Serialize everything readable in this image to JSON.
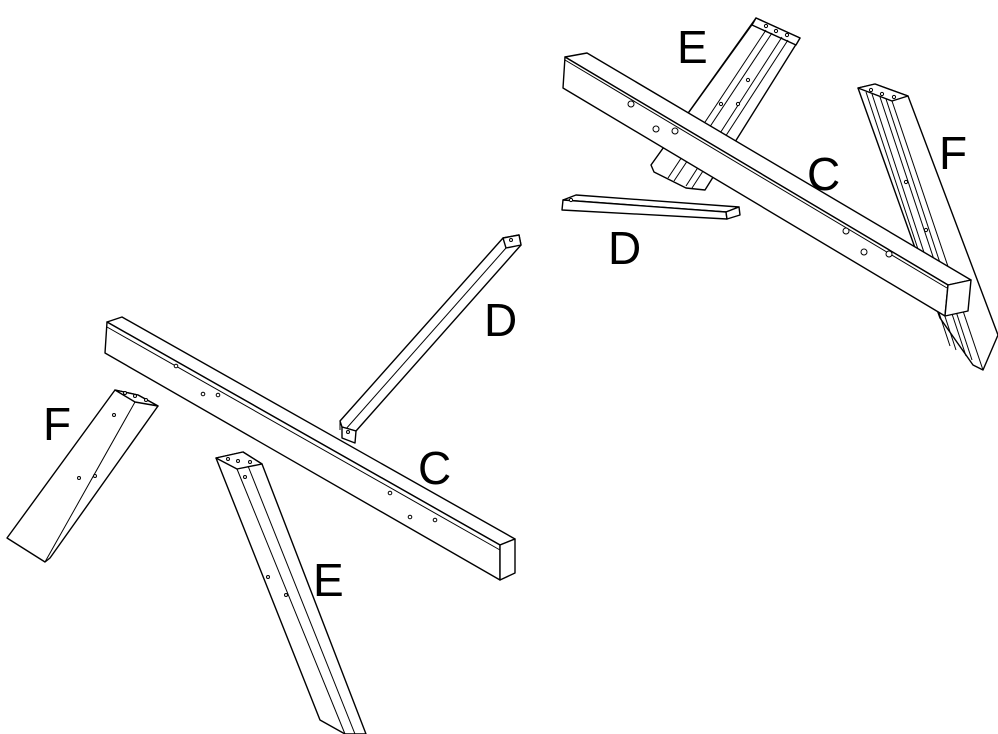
{
  "labels": {
    "lower_c": "C",
    "lower_d": "D",
    "lower_e": "E",
    "lower_f": "F",
    "upper_c": "C",
    "upper_d": "D",
    "upper_e": "E",
    "upper_f": "F"
  },
  "colors": {
    "line": "#000000",
    "background": "#ffffff"
  }
}
